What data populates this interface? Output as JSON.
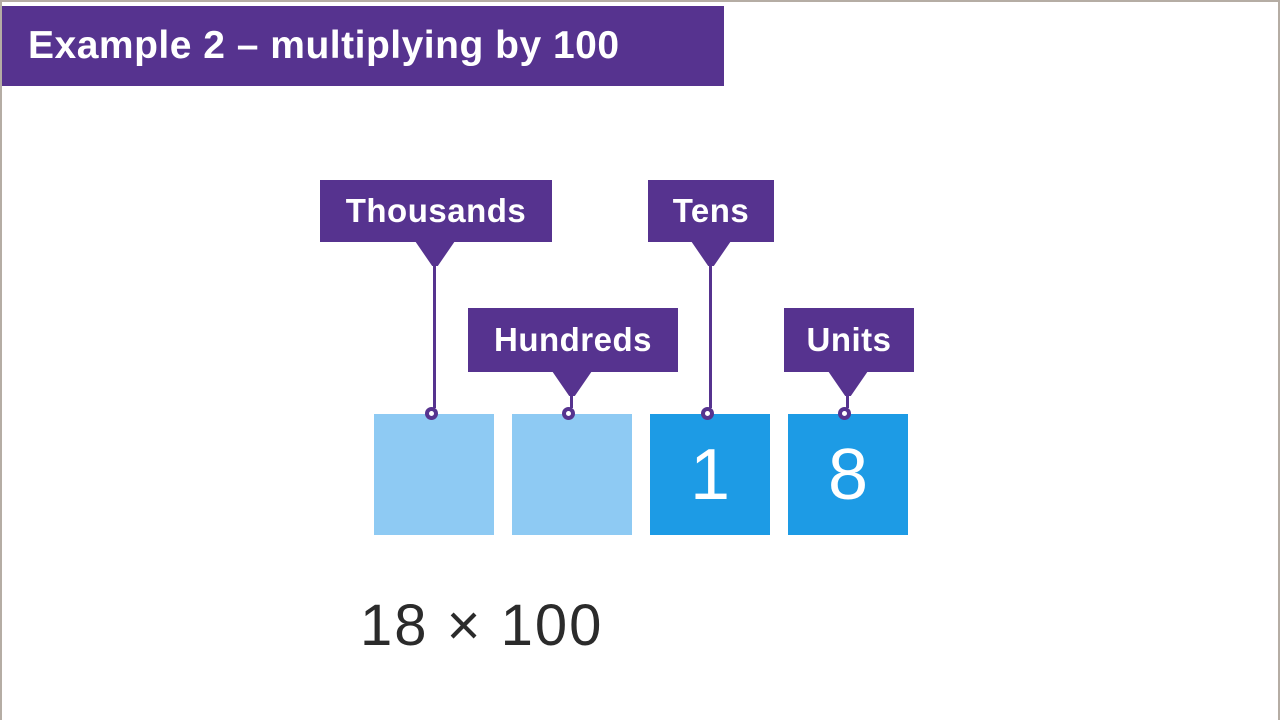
{
  "title": {
    "text": "Example 2 – multiplying by 100"
  },
  "diagram": {
    "columns": [
      {
        "label": "Thousands",
        "digit": "",
        "box": "empty-light-blue"
      },
      {
        "label": "Hundreds",
        "digit": "",
        "box": "empty-light-blue"
      },
      {
        "label": "Tens",
        "digit": "1",
        "box": "filled-dark-blue"
      },
      {
        "label": "Units",
        "digit": "8",
        "box": "filled-dark-blue"
      }
    ]
  },
  "equation": {
    "text": "18 × 100"
  },
  "colors": {
    "accent_purple": "#56338F",
    "box_light_blue": "#8ECAF3",
    "box_dark_blue": "#1D9BE5",
    "frame_grey": "#B5ADA4",
    "title_text": "#FFFFFF",
    "equation_text": "#2B2B2B"
  }
}
